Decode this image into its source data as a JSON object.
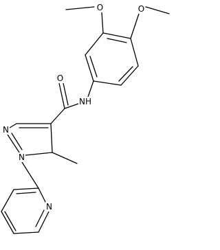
{
  "molecule": {
    "atom_labels": {
      "o_methoxy_upper": "O",
      "o_methoxy_right": "O",
      "o_carbonyl": "O",
      "amide_nh": "NH",
      "n_pyrazole_2": "N",
      "n_pyrazole_1": "N",
      "n_pyridine": "N"
    }
  }
}
